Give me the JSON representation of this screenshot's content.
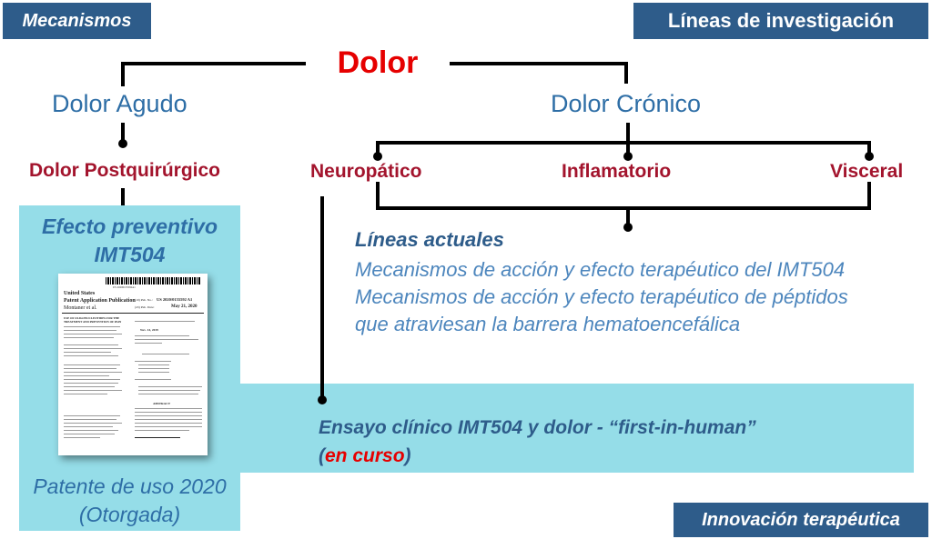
{
  "tags": {
    "mecanismos": "Mecanismos",
    "lineas": "Líneas de investigación",
    "innovacion": "Innovación terapéutica"
  },
  "root": "Dolor",
  "branches": {
    "agudo": "Dolor Agudo",
    "cronico": "Dolor Crónico"
  },
  "subtypes": {
    "postquirurgico": "Dolor Postquirúrgico",
    "neuropatico": "Neuropático",
    "inflamatorio": "Inflamatorio",
    "visceral": "Visceral"
  },
  "left_panel": {
    "heading_line1": "Efecto preventivo",
    "heading_line2": "IMT504",
    "caption_line1": "Patente de uso 2020",
    "caption_line2": "(Otorgada)"
  },
  "patent_doc": {
    "country": "United States",
    "publication": "Patent Application Publication",
    "inventor": "Montaner et al.",
    "pub_no_label": "(10) Pub. No.:",
    "pub_no": "US 2020/0155592 A1",
    "pub_date_label": "(43) Pub. Date:",
    "pub_date": "May 21, 2020",
    "barcode_number": "US 20200155592A1",
    "section_title": "USE OF OLIGONUCLEOTIDES FOR THE TREATMENT AND PREVENTION OF PAIN",
    "filed": "Nov. 14, 2019",
    "abstract_label": "ABSTRACT"
  },
  "current_lines": {
    "heading": "Líneas actuales",
    "items": [
      "Mecanismos de acción y efecto terapéutico del IMT504",
      "Mecanismos de acción y efecto terapéutico de péptidos",
      "que atraviesan la barrera hematoencefálica"
    ]
  },
  "trial": {
    "line1": "Ensayo clínico IMT504 y dolor - “first-in-human”",
    "open_paren": "(",
    "status": "en curso",
    "close_paren": ")"
  },
  "colors": {
    "tag_bg": "#2e5c8a",
    "root": "#e60000",
    "branch": "#2e6ea6",
    "subtype": "#a3142d",
    "highlight": "#4fc6d8"
  }
}
